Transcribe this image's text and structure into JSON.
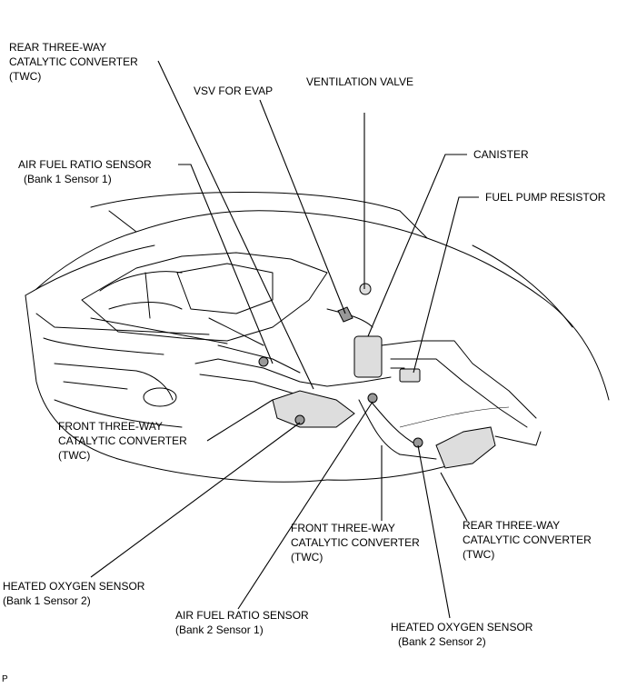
{
  "figure_id": "P",
  "labels": {
    "rear_twc_top": [
      "REAR THREE-WAY",
      "CATALYTIC CONVERTER",
      "(TWC)"
    ],
    "vsv_evap": [
      "VSV FOR EVAP"
    ],
    "ventilation_valve": [
      "VENTILATION VALVE"
    ],
    "af_sensor_bank1": [
      "AIR FUEL RATIO SENSOR",
      "(Bank 1 Sensor 1)"
    ],
    "canister": [
      "CANISTER"
    ],
    "fuel_pump_resistor": [
      "FUEL PUMP RESISTOR"
    ],
    "front_twc_left": [
      "FRONT THREE-WAY",
      "CATALYTIC CONVERTER",
      "(TWC)"
    ],
    "front_twc_bottom": [
      "FRONT THREE-WAY",
      "CATALYTIC CONVERTER",
      "(TWC)"
    ],
    "rear_twc_right": [
      "REAR THREE-WAY",
      "CATALYTIC CONVERTER",
      "(TWC)"
    ],
    "ho2_bank1": [
      "HEATED OXYGEN SENSOR",
      "(Bank 1 Sensor 2)"
    ],
    "af_sensor_bank2": [
      "AIR FUEL RATIO SENSOR",
      "(Bank 2 Sensor 1)"
    ],
    "ho2_bank2": [
      "HEATED OXYGEN SENSOR",
      "(Bank 2 Sensor 2)"
    ]
  }
}
